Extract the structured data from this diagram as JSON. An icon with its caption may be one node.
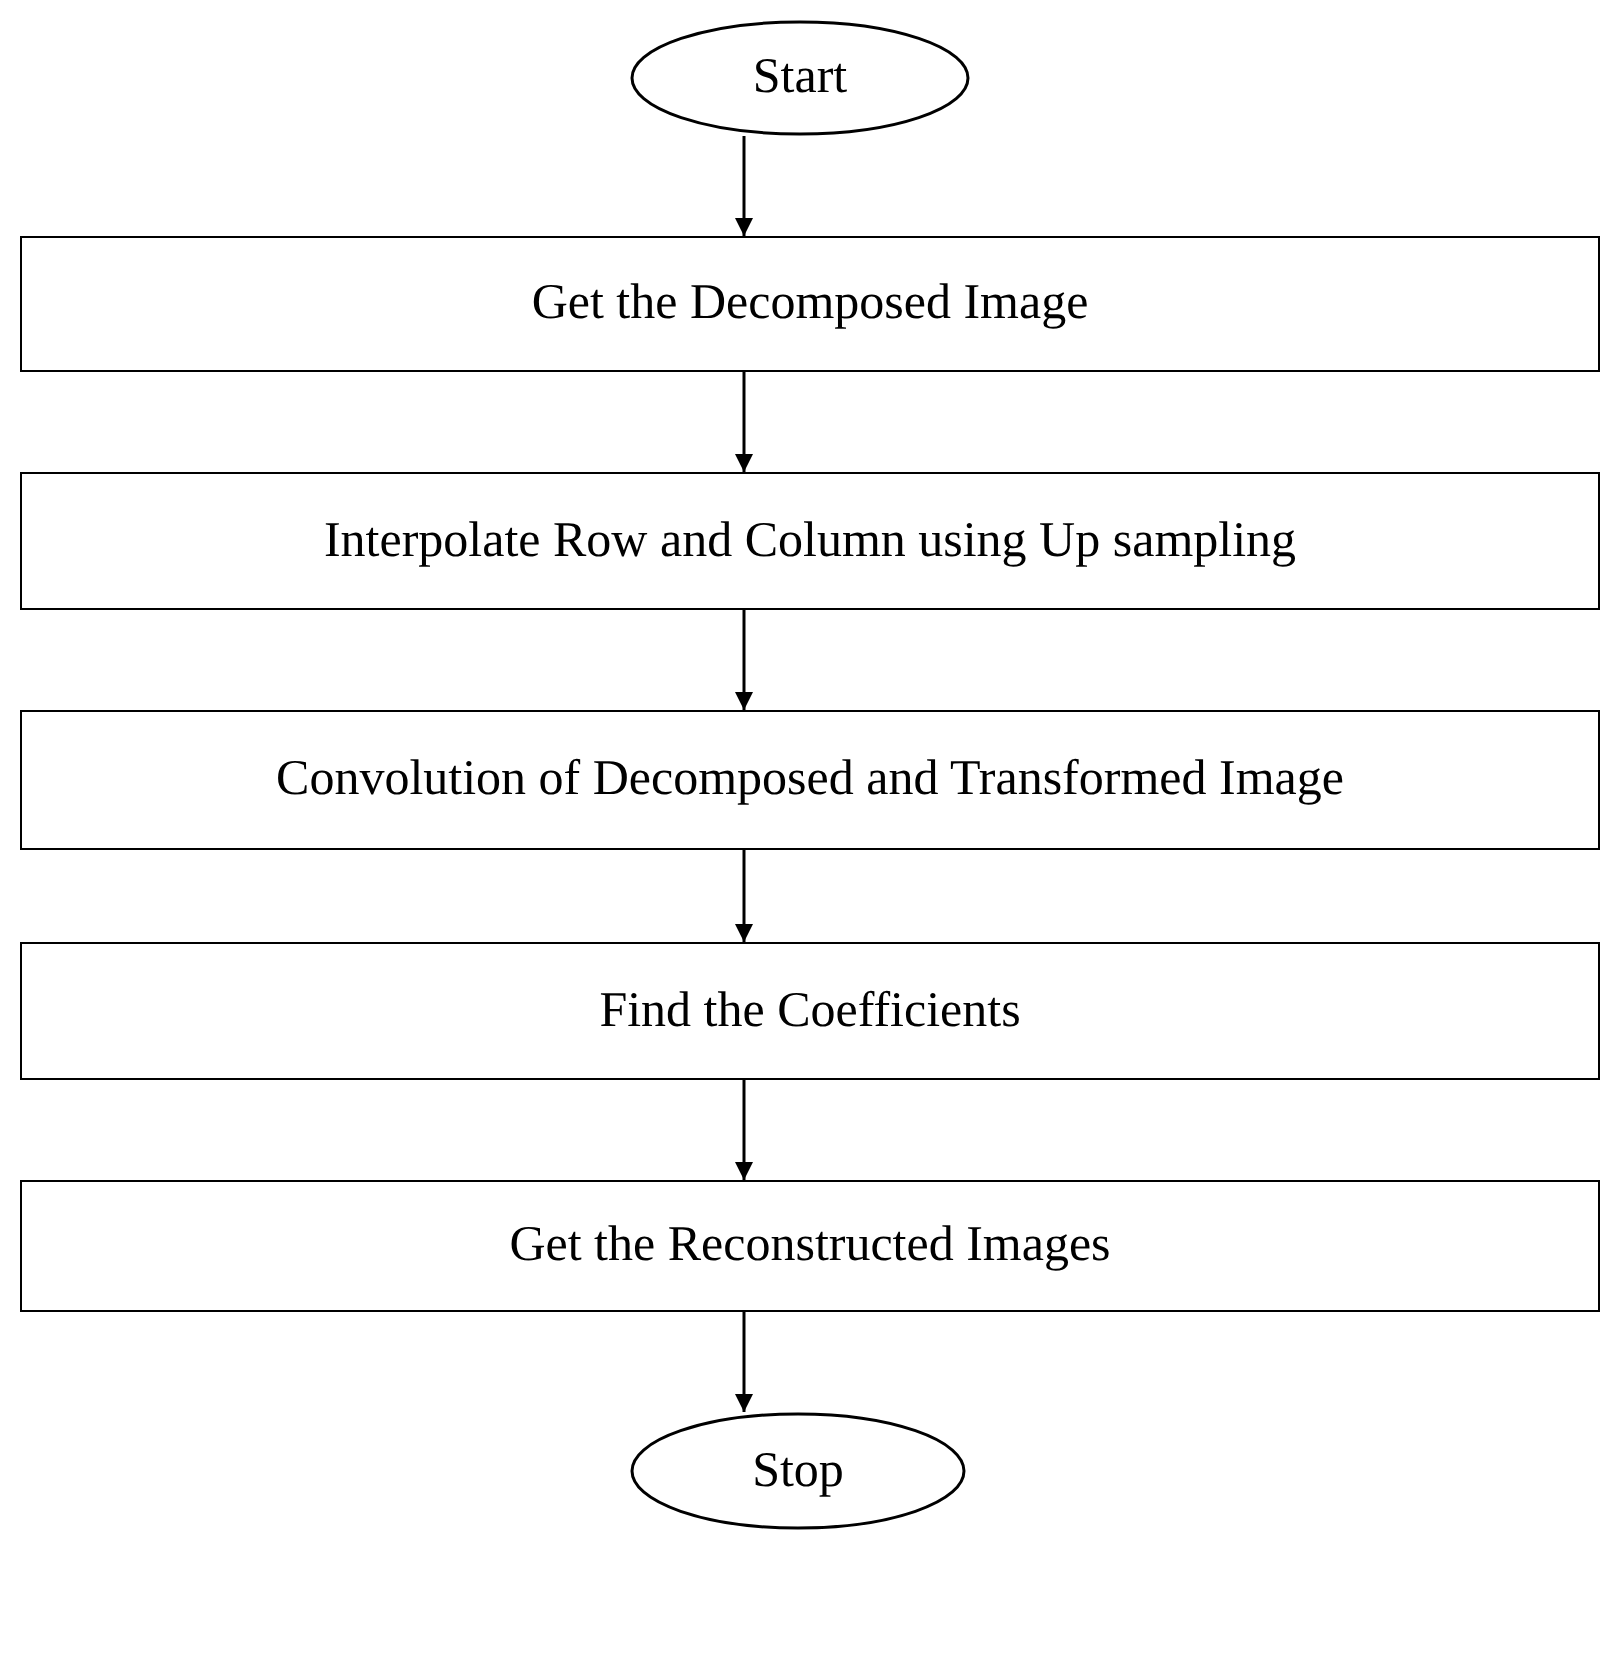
{
  "diagram": {
    "nodes": [
      {
        "text": [
          "Start"
        ]
      },
      {
        "text": [
          "Get the Decomposed Image"
        ]
      },
      {
        "text": [
          "Interpolate Row and Column using Up sampling"
        ]
      },
      {
        "text": [
          "Convolution of Decomposed and Transformed Image"
        ]
      },
      {
        "text": [
          "Find the Coefficients"
        ]
      },
      {
        "text": [
          "Get the Reconstructed Images"
        ]
      },
      {
        "text": [
          "Stop"
        ]
      }
    ],
    "edges": [
      {
        "from": 0,
        "to": 1,
        "arrow": "to"
      },
      {
        "from": 1,
        "to": 2,
        "arrow": "to"
      },
      {
        "from": 2,
        "to": 3,
        "arrow": "to"
      },
      {
        "from": 3,
        "to": 4,
        "arrow": "to"
      },
      {
        "from": 4,
        "to": 5,
        "arrow": "to"
      },
      {
        "from": 5,
        "to": 6,
        "arrow": "to"
      }
    ]
  }
}
